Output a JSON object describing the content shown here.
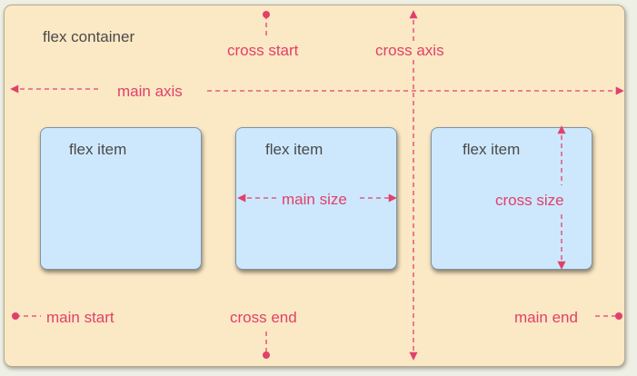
{
  "container": {
    "title": "flex container"
  },
  "items": [
    {
      "label": "flex item"
    },
    {
      "label": "flex item"
    },
    {
      "label": "flex item"
    }
  ],
  "labels": {
    "cross_start": "cross start",
    "cross_axis": "cross axis",
    "main_axis": "main axis",
    "main_size": "main size",
    "cross_size": "cross size",
    "main_start": "main start",
    "cross_end": "cross end",
    "main_end": "main end"
  },
  "colors": {
    "container_fill": "#fbe8c4",
    "item_fill": "#cde8fd",
    "accent": "#e0416b",
    "text": "#4a4a4a"
  }
}
